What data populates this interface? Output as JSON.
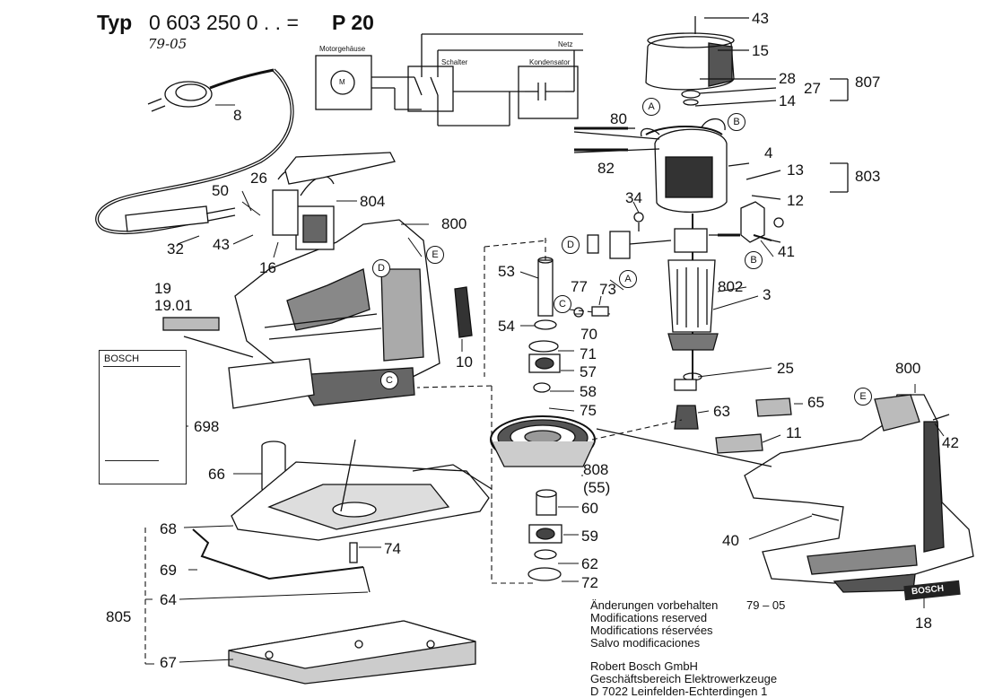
{
  "header": {
    "typ_label": "Typ",
    "type_number": "0 603 250 0 . . =",
    "model": "P 20",
    "handwritten_date": "79-05"
  },
  "wiring_diagram": {
    "motor_housing_label": "Motorgehäuse",
    "switch_label": "Schalter",
    "capacitor_label": "Kondensator",
    "mains_label": "Netz",
    "motor_symbol": "M"
  },
  "manual_card": {
    "brand": "BOSCH"
  },
  "part_numbers": {
    "p43_top": "43",
    "p15": "15",
    "p28": "28",
    "p27": "27",
    "p807": "807",
    "p14": "14",
    "p80": "80",
    "p4": "4",
    "p82": "82",
    "p13": "13",
    "p803": "803",
    "p12": "12",
    "p34": "34",
    "p41": "41",
    "p802": "802",
    "p3": "3",
    "p8": "8",
    "p26": "26",
    "p50": "50",
    "p804": "804",
    "p800_mid": "800",
    "p32": "32",
    "p43_left": "43",
    "p16": "16",
    "p53": "53",
    "p77": "77",
    "p73": "73",
    "p19": "19",
    "p19_01": "19.01",
    "p54": "54",
    "p70": "70",
    "p71": "71",
    "p57": "57",
    "p58": "58",
    "p10": "10",
    "p75": "75",
    "p25": "25",
    "p63": "63",
    "p65": "65",
    "p800_right": "800",
    "p11": "11",
    "p42": "42",
    "p698": "698",
    "p808": "808",
    "p55": "(55)",
    "p66": "66",
    "p60": "60",
    "p40": "40",
    "p68": "68",
    "p59": "59",
    "p74": "74",
    "p69": "69",
    "p62": "62",
    "p64": "64",
    "p72": "72",
    "p805": "805",
    "p18": "18",
    "p67": "67"
  },
  "circled_markers": {
    "a1": "A",
    "b1": "B",
    "d1": "D",
    "e1": "E",
    "d2": "D",
    "c1": "C",
    "a2": "A",
    "c2": "C",
    "b2": "B",
    "e2": "E"
  },
  "notes": {
    "line1": "Änderungen vorbehalten",
    "line2": "Modifications reserved",
    "line3": "Modifications réservées",
    "line4": "Salvo modificaciones",
    "date": "79 – 05",
    "company1": "Robert Bosch GmbH",
    "company2": "Geschäftsbereich Elektrowerkzeuge",
    "company3": "D 7022 Leinfelden-Echterdingen 1"
  },
  "logo_plate": "BOSCH"
}
